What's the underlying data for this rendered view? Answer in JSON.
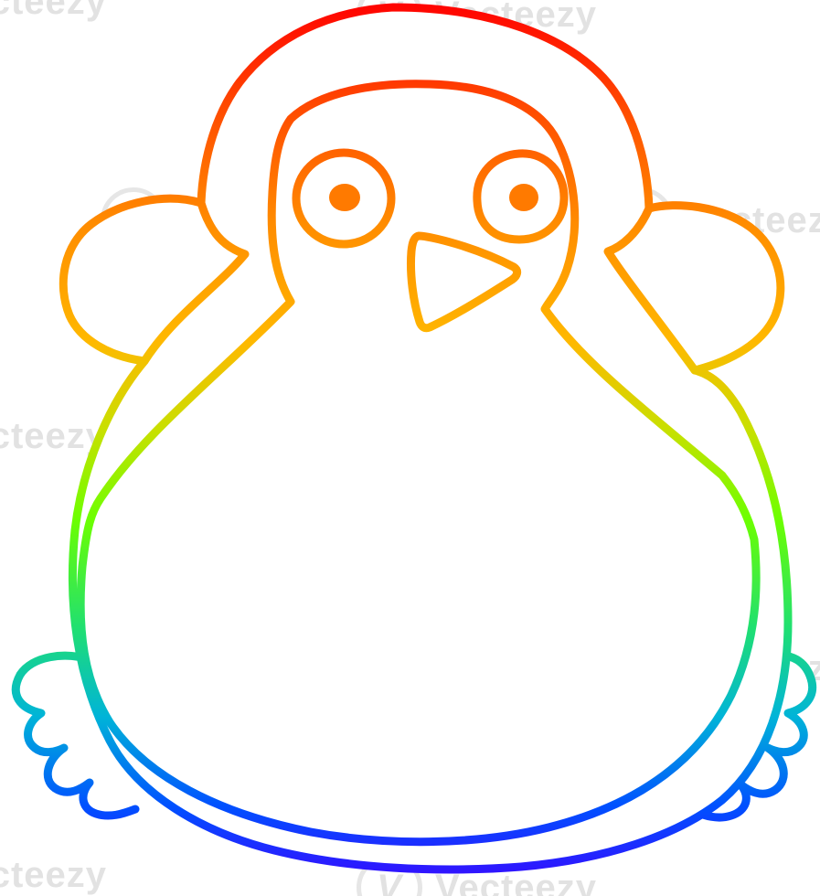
{
  "image": {
    "subject": "cartoon penguin",
    "style": "rainbow gradient line art",
    "background": "#ffffff",
    "stroke_colors": [
      "#ff0000",
      "#ff6a00",
      "#ff9f00",
      "#c8e000",
      "#4cff00",
      "#00c8a0",
      "#0060ff",
      "#3a00ff"
    ]
  },
  "watermark": {
    "text": "Vecteezy",
    "badge_glyph": "V"
  },
  "icons": {
    "watermark_badge": "vecteezy-logo-icon"
  }
}
